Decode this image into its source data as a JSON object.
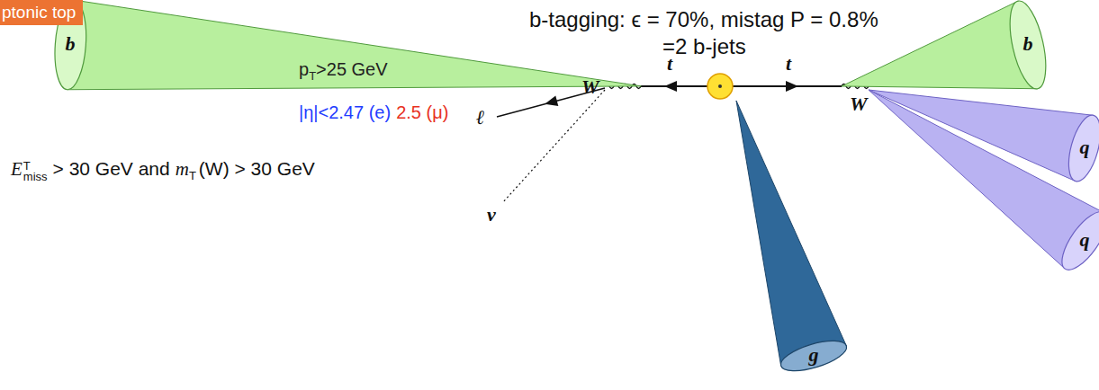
{
  "diagram": {
    "nodes": [
      {
        "text": [
          "ptonic top"
        ]
      },
      {
        "text": [
          "b"
        ]
      },
      {
        "text": [
          "b"
        ]
      },
      {
        "text": [
          "q"
        ]
      },
      {
        "text": [
          "q"
        ]
      },
      {
        "text": [
          "g"
        ]
      }
    ],
    "labels": [
      "b-tagging: ϵ = 70%, mistag P = 0.8%",
      "=2 b-jets",
      "t",
      "t",
      "W",
      "W",
      "ℓ",
      "ν",
      "p",
      "T",
      ">25 GeV",
      "|η|<2.47 (e)",
      "2.5 (μ)",
      "E",
      "T",
      "miss",
      "> 30 GeV and",
      "m",
      "T",
      "(W) > 30 GeV"
    ]
  }
}
